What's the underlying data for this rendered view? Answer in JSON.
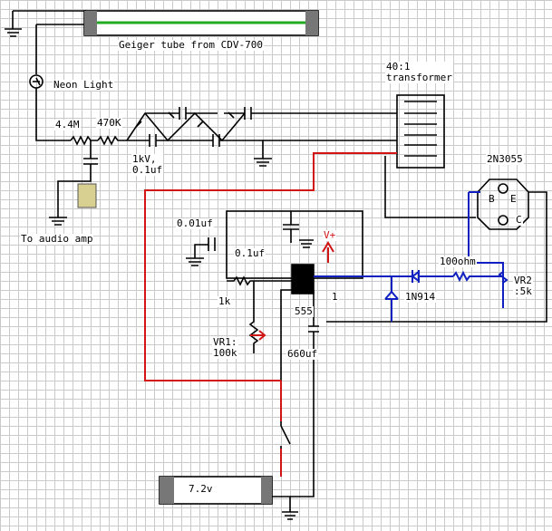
{
  "labels": {
    "geiger_tube": "Geiger tube from CDV-700",
    "neon_light": "Neon Light",
    "r_4_4m": "4.4M",
    "r_470k": "470K",
    "cap_hv": "1kV,\n0.1uf",
    "audio": "To audio amp",
    "transformer": "40:1\ntransformer",
    "transistor": "2N3055",
    "pin_b": "B",
    "pin_e": "E",
    "pin_c": "C",
    "cap_001": "0.01uf",
    "cap_01": "0.1uf",
    "vplus": "V+",
    "r_1k": "1k",
    "ic": "555",
    "pin1": "1",
    "vr1": "VR1:\n100k",
    "cap_660": "660uf",
    "r_100": "100ohm",
    "diode": "1N914",
    "vr2": "VR2\n:5k",
    "battery": "7.2v"
  },
  "colors": {
    "wire": "#000000",
    "red_wire": "#d21414",
    "blue_wire": "#1020c0",
    "tube_green": "#22aa22",
    "audio_jack": "#d8d090"
  }
}
